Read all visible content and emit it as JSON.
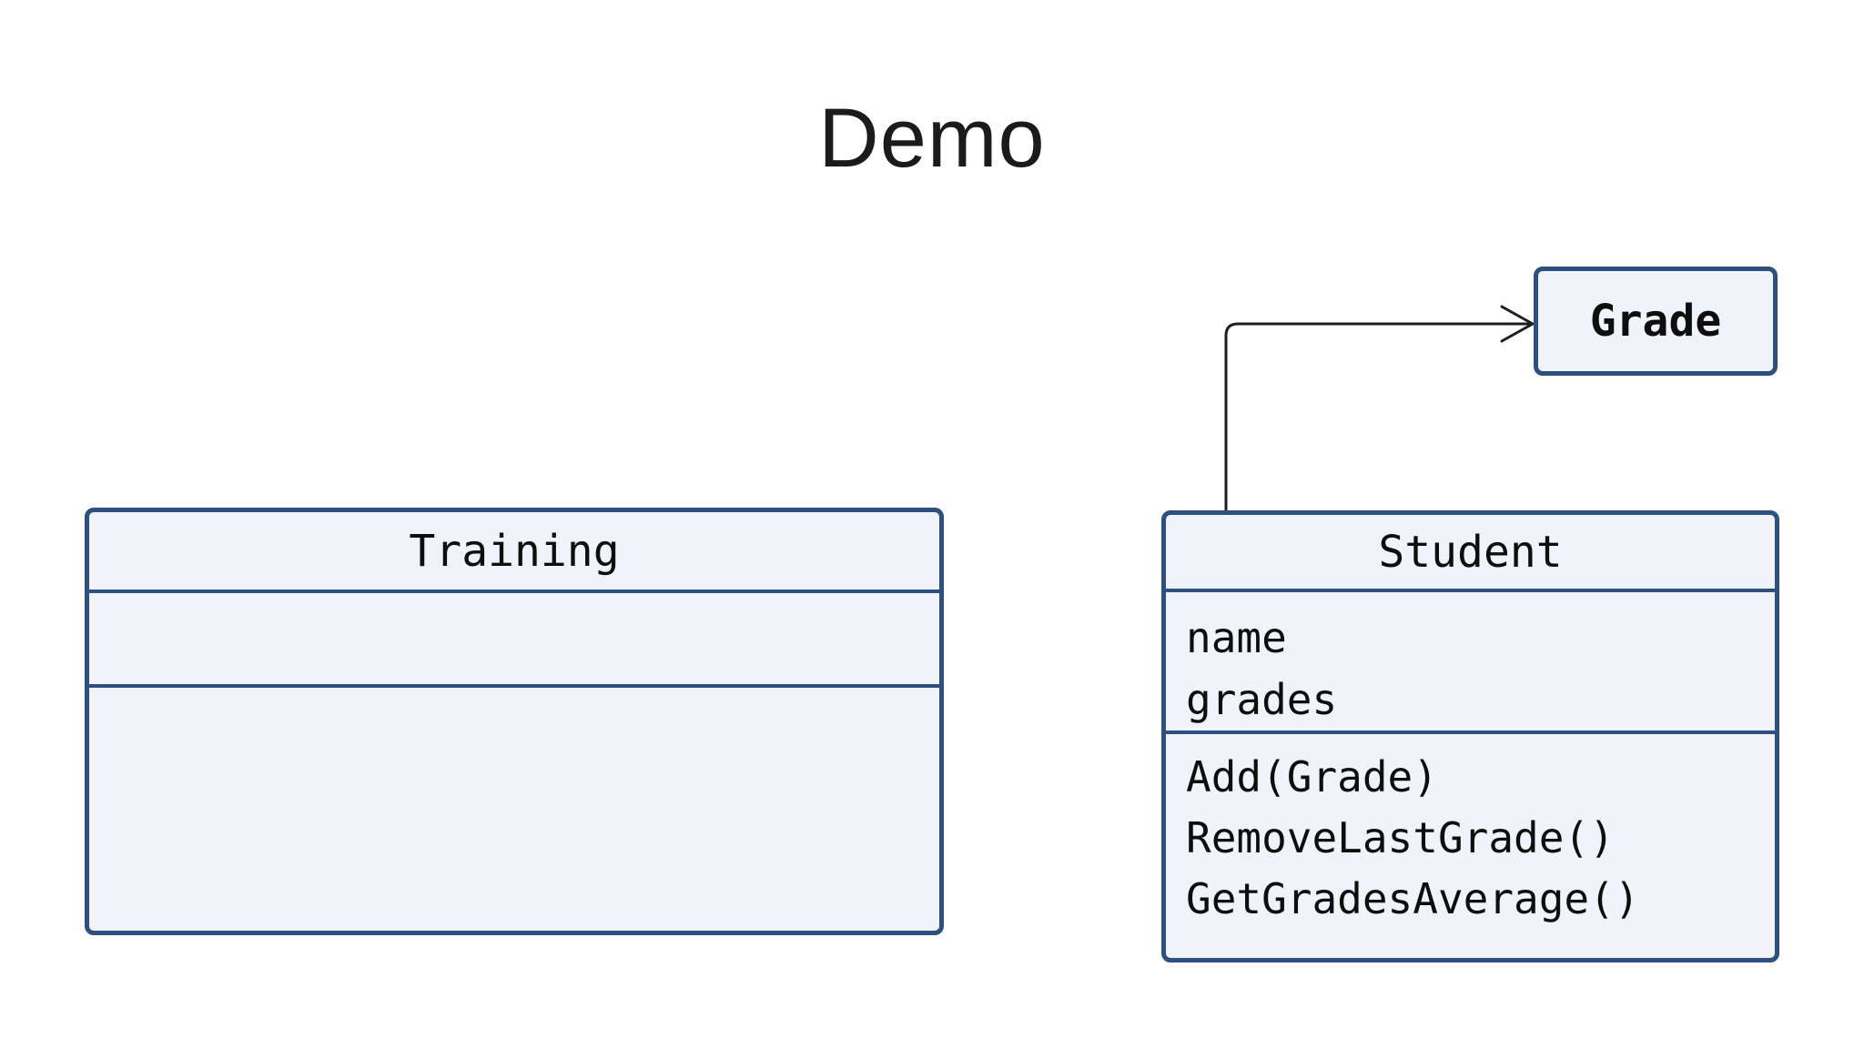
{
  "title": "Demo",
  "diagram": {
    "classes": [
      {
        "name": "Training",
        "attributes": [],
        "methods": []
      },
      {
        "name": "Student",
        "attributes": [
          "name",
          "grades"
        ],
        "methods": [
          "Add(Grade)",
          "RemoveLastGrade()",
          "GetGradesAverage()"
        ]
      },
      {
        "name": "Grade",
        "attributes": [],
        "methods": []
      }
    ],
    "connector": {
      "from": "Student",
      "to": "Grade",
      "style": "elbow",
      "arrowhead": "open"
    }
  },
  "colors": {
    "box_border": "#2c5080",
    "box_fill": "#f1f3fa",
    "connector_line": "#1f1f1f",
    "text": "#0e0e0e",
    "background": "#ffffff"
  }
}
